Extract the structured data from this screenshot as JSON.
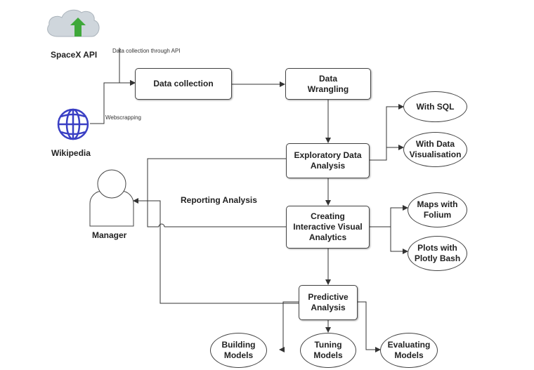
{
  "sources": {
    "spacex_label": "SpaceX API",
    "wikipedia_label": "Wikipedia",
    "api_note": "Data collection through API",
    "scrape_note": "Webscrapping"
  },
  "process": {
    "data_collection": "Data collection",
    "data_wrangling": "Data\nWrangling",
    "eda": "Exploratory Data\nAnalysis",
    "interactive": "Creating\nInteractive Visual\nAnalytics",
    "predictive": "Predictive\nAnalysis"
  },
  "outputs": {
    "sql": "With SQL",
    "data_vis": "With Data\nVisualisation",
    "maps": "Maps with\nFolium",
    "plots": "Plots with\nPlotly Bash",
    "building": "Building\nModels",
    "tuning": "Tuning\nModels",
    "evaluating": "Evaluating\nModels"
  },
  "manager": {
    "label": "Manager",
    "reporting": "Reporting Analysis"
  },
  "colors": {
    "cloud": "#cfd6dc",
    "cloud_arrow": "#3fa83a",
    "globe": "#3a3fc4",
    "lines": "#333333"
  }
}
